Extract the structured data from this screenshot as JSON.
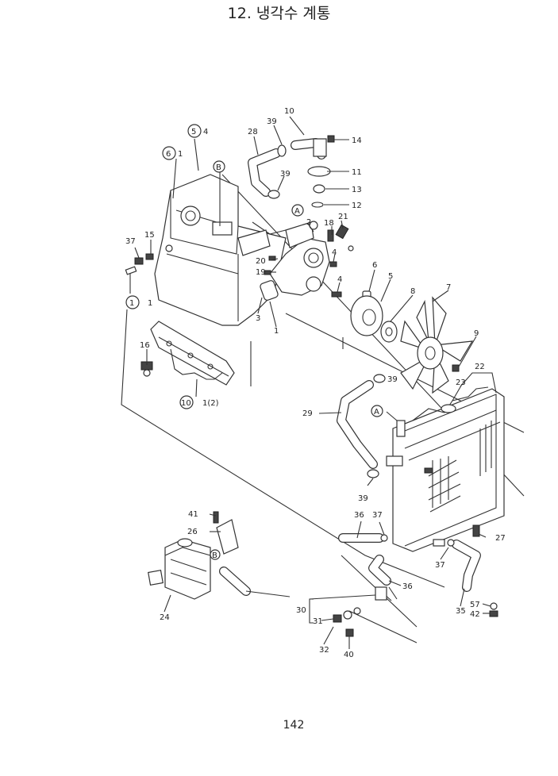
{
  "page": {
    "title": "12. 냉각수 계통",
    "page_number": "142"
  },
  "callouts": [
    {
      "id": "c10",
      "text": "10"
    },
    {
      "id": "c39a",
      "text": "39"
    },
    {
      "id": "c28",
      "text": "28"
    },
    {
      "id": "c14",
      "text": "14"
    },
    {
      "id": "c5",
      "text": "5"
    },
    {
      "id": "c5q",
      "text": "4"
    },
    {
      "id": "c6",
      "text": "6"
    },
    {
      "id": "c6q",
      "text": "1"
    },
    {
      "id": "cB1",
      "text": "B"
    },
    {
      "id": "c39b",
      "text": "39"
    },
    {
      "id": "c11",
      "text": "11"
    },
    {
      "id": "c13",
      "text": "13"
    },
    {
      "id": "cA1",
      "text": "A"
    },
    {
      "id": "c12",
      "text": "12"
    },
    {
      "id": "c21",
      "text": "21"
    },
    {
      "id": "c2",
      "text": "2"
    },
    {
      "id": "c18",
      "text": "18"
    },
    {
      "id": "c37a",
      "text": "37"
    },
    {
      "id": "c15",
      "text": "15"
    },
    {
      "id": "c4a",
      "text": "4"
    },
    {
      "id": "c20",
      "text": "20"
    },
    {
      "id": "c19",
      "text": "19"
    },
    {
      "id": "c6b",
      "text": "6"
    },
    {
      "id": "c5b",
      "text": "5"
    },
    {
      "id": "c7",
      "text": "7"
    },
    {
      "id": "c4b",
      "text": "4"
    },
    {
      "id": "c1",
      "text": "1"
    },
    {
      "id": "c1q",
      "text": "1"
    },
    {
      "id": "c3",
      "text": "3"
    },
    {
      "id": "c1b",
      "text": "1"
    },
    {
      "id": "c8",
      "text": "8"
    },
    {
      "id": "c16",
      "text": "16"
    },
    {
      "id": "c9",
      "text": "9"
    },
    {
      "id": "c22",
      "text": "22"
    },
    {
      "id": "c39c",
      "text": "39"
    },
    {
      "id": "c23",
      "text": "23"
    },
    {
      "id": "c10b",
      "text": "10"
    },
    {
      "id": "c10bq",
      "text": "1(2)"
    },
    {
      "id": "c29",
      "text": "29"
    },
    {
      "id": "cA2",
      "text": "A"
    },
    {
      "id": "c39d",
      "text": "39"
    },
    {
      "id": "c41",
      "text": "41"
    },
    {
      "id": "c26",
      "text": "26"
    },
    {
      "id": "c36a",
      "text": "36"
    },
    {
      "id": "c37b",
      "text": "37"
    },
    {
      "id": "c27",
      "text": "27"
    },
    {
      "id": "cB2",
      "text": "B"
    },
    {
      "id": "c37c",
      "text": "37"
    },
    {
      "id": "c36b",
      "text": "36"
    },
    {
      "id": "c24",
      "text": "24"
    },
    {
      "id": "c57",
      "text": "57"
    },
    {
      "id": "c30",
      "text": "30"
    },
    {
      "id": "c35",
      "text": "35"
    },
    {
      "id": "c42",
      "text": "42"
    },
    {
      "id": "c31",
      "text": "31"
    },
    {
      "id": "c32",
      "text": "32"
    },
    {
      "id": "c40",
      "text": "40"
    }
  ]
}
